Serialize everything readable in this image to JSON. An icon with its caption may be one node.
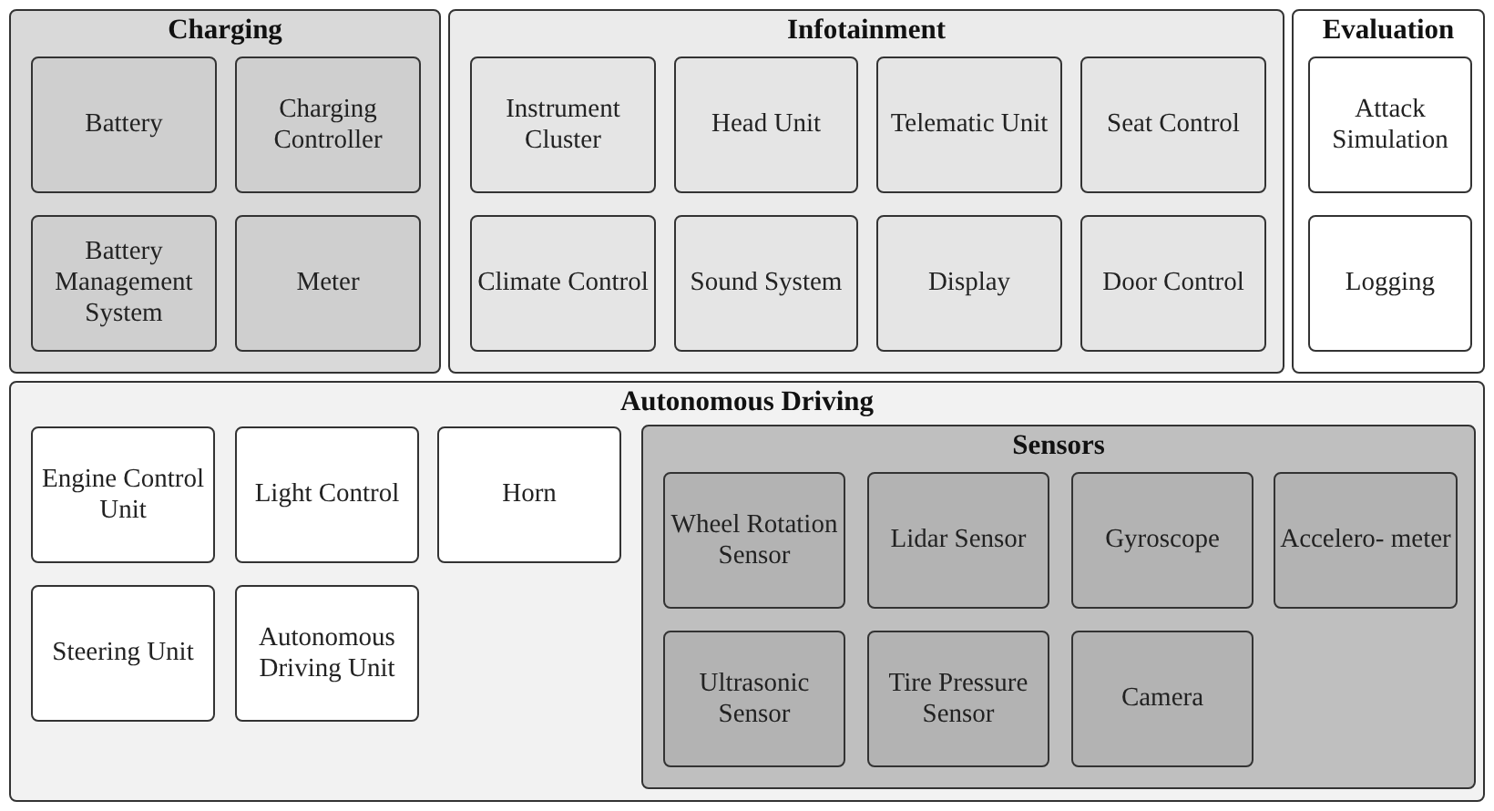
{
  "diagram": {
    "nodes": [
      {
        "text": [
          "Charging"
        ]
      },
      {
        "text": [
          "Battery"
        ],
        "in": 0
      },
      {
        "text": [
          "Charging Controller"
        ],
        "in": 0
      },
      {
        "text": [
          "Battery Management System"
        ],
        "in": 0
      },
      {
        "text": [
          "Meter"
        ],
        "in": 0
      },
      {
        "text": [
          "Infotainment"
        ]
      },
      {
        "text": [
          "Instrument Cluster"
        ],
        "in": 5
      },
      {
        "text": [
          "Head Unit"
        ],
        "in": 5
      },
      {
        "text": [
          "Telematic Unit"
        ],
        "in": 5
      },
      {
        "text": [
          "Seat Control"
        ],
        "in": 5
      },
      {
        "text": [
          "Climate Control"
        ],
        "in": 5
      },
      {
        "text": [
          "Sound System"
        ],
        "in": 5
      },
      {
        "text": [
          "Display"
        ],
        "in": 5
      },
      {
        "text": [
          "Door Control"
        ],
        "in": 5
      },
      {
        "text": [
          "Evaluation"
        ]
      },
      {
        "text": [
          "Attack Simulation"
        ],
        "in": 14
      },
      {
        "text": [
          "Logging"
        ],
        "in": 14
      },
      {
        "text": [
          "Autonomous Driving"
        ]
      },
      {
        "text": [
          "Engine Control Unit"
        ],
        "in": 17
      },
      {
        "text": [
          "Light Control"
        ],
        "in": 17
      },
      {
        "text": [
          "Horn"
        ],
        "in": 17
      },
      {
        "text": [
          "Sensors"
        ],
        "in": 17
      },
      {
        "text": [
          "Wheel Rotation Sensor"
        ],
        "in": 21
      },
      {
        "text": [
          "Lidar Sensor"
        ],
        "in": 21
      },
      {
        "text": [
          "Gyroscope"
        ],
        "in": 21
      },
      {
        "text": [
          "Accelero- meter"
        ],
        "in": 21
      },
      {
        "text": [
          "Steering Unit"
        ],
        "in": 17
      },
      {
        "text": [
          "Autonomous Driving Unit"
        ],
        "in": 17
      },
      {
        "text": [
          "Ultrasonic Sensor"
        ],
        "in": 21
      },
      {
        "text": [
          "Tire Pressure Sensor"
        ],
        "in": 21
      },
      {
        "text": [
          "Camera"
        ],
        "in": 21
      }
    ]
  }
}
